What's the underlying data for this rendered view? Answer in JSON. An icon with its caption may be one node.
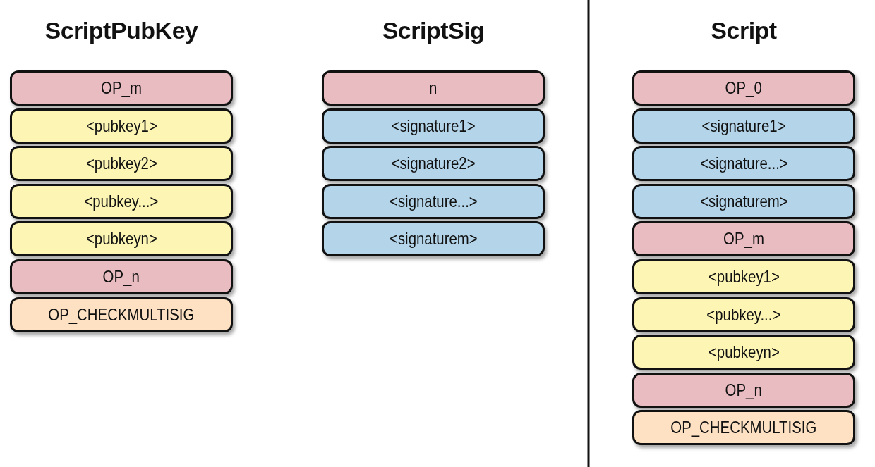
{
  "diagram": {
    "nodes": [
      {
        "text": [
          "OP_m"
        ]
      },
      {
        "text": [
          "<pubkey1>"
        ]
      },
      {
        "text": [
          "<pubkey2>"
        ]
      },
      {
        "text": [
          "<pubkey...>"
        ]
      },
      {
        "text": [
          "<pubkeyn>"
        ]
      },
      {
        "text": [
          "OP_n"
        ]
      },
      {
        "text": [
          "OP_CHECKMULTISIG"
        ]
      },
      {
        "text": [
          "n"
        ]
      },
      {
        "text": [
          "<signature1>"
        ]
      },
      {
        "text": [
          "<signature2>"
        ]
      },
      {
        "text": [
          "<signature...>"
        ]
      },
      {
        "text": [
          "<signaturem>"
        ]
      },
      {
        "text": [
          "OP_0"
        ]
      },
      {
        "text": [
          "<signature1>"
        ]
      },
      {
        "text": [
          "<signature...>"
        ]
      },
      {
        "text": [
          "<signaturem>"
        ]
      },
      {
        "text": [
          "OP_m"
        ]
      },
      {
        "text": [
          "<pubkey1>"
        ]
      },
      {
        "text": [
          "<pubkey...>"
        ]
      },
      {
        "text": [
          "<pubkeyn>"
        ]
      },
      {
        "text": [
          "OP_n"
        ]
      },
      {
        "text": [
          "OP_CHECKMULTISIG"
        ]
      }
    ],
    "edges": [],
    "labels": [
      "ScriptPubKey",
      "ScriptSig",
      "Script"
    ]
  }
}
